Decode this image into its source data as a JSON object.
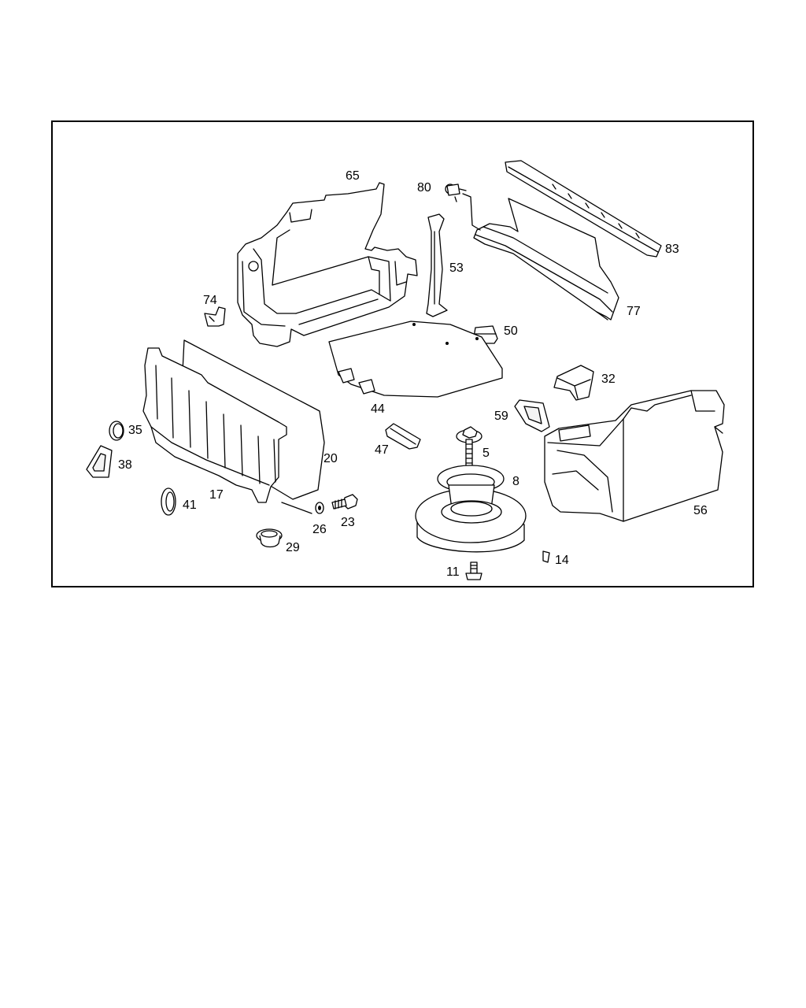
{
  "diagram": {
    "part_numbers": {
      "p65": "65",
      "p80": "80",
      "p83": "83",
      "p53": "53",
      "p77": "77",
      "p74": "74",
      "p50": "50",
      "p44": "44",
      "p32": "32",
      "p59": "59",
      "p35": "35",
      "p20": "20",
      "p47": "47",
      "p5": "5",
      "p38": "38",
      "p8": "8",
      "p41": "41",
      "p17": "17",
      "p23": "23",
      "p26": "26",
      "p56": "56",
      "p29": "29",
      "p14": "14",
      "p11": "11"
    }
  }
}
